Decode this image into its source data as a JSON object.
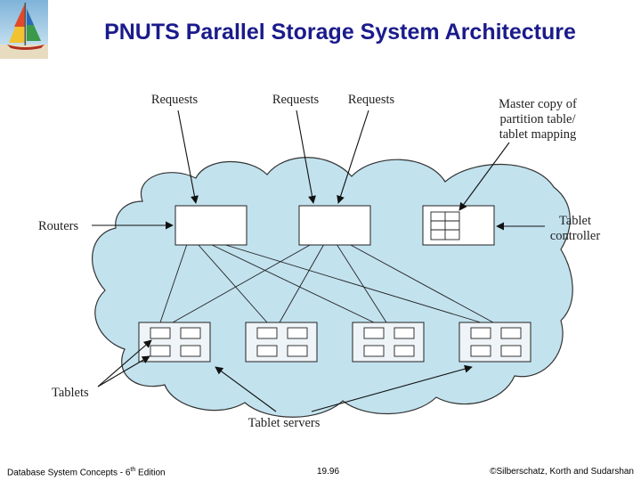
{
  "title": "PNUTS Parallel Storage System Architecture",
  "colors": {
    "title": "#1b1b8c",
    "cloud": "#c2e2ee",
    "cloud_stroke": "#333333"
  },
  "labels": {
    "request_1": "Requests",
    "request_2": "Requests",
    "request_3": "Requests",
    "master_copy": [
      "Master copy of",
      "partition table/",
      "tablet mapping"
    ],
    "routers": "Routers",
    "tablet_controller": [
      "Tablet",
      "controller"
    ],
    "tablets": "Tablets",
    "tablet_servers": "Tablet servers"
  },
  "footer": {
    "left_main": "Database System Concepts - 6",
    "left_sup": "th",
    "left_end": " Edition",
    "center": "19.96",
    "right": "©Silberschatz, Korth and Sudarshan"
  }
}
